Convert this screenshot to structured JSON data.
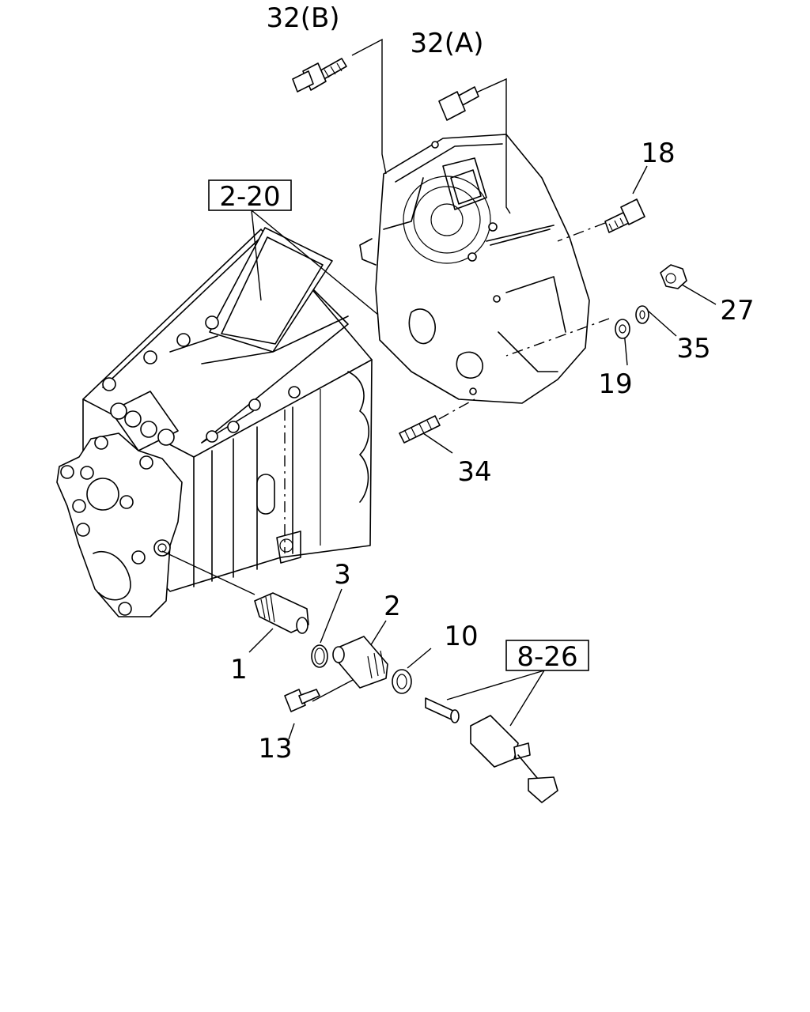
{
  "labels": {
    "p32b": "32(B)",
    "p32a": "32(A)",
    "p18": "18",
    "p27": "27",
    "p35": "35",
    "p19": "19",
    "p34": "34",
    "p3": "3",
    "p2": "2",
    "p10": "10",
    "p1": "1",
    "p13": "13"
  },
  "refs": {
    "r220": "2-20",
    "r826": "8-26"
  }
}
